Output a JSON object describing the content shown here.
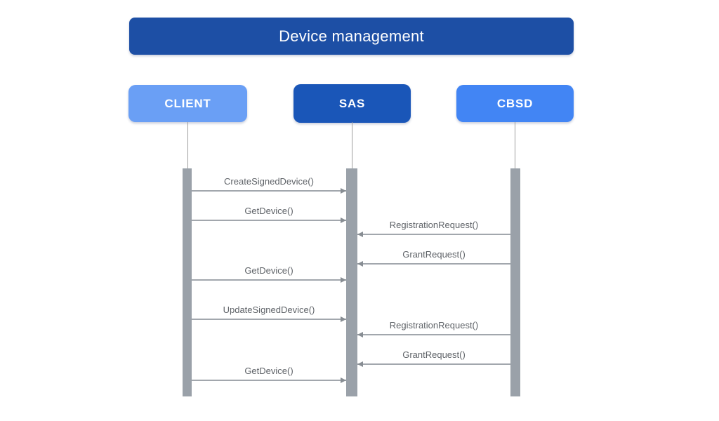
{
  "title": "Device management",
  "colors": {
    "title_bg": "#1D4FA5",
    "client_bg": "#6A9FF5",
    "sas_bg": "#1A56B8",
    "cbsd_bg": "#4285F4",
    "activation_bar": "#9AA1A9",
    "arrow": "#A2A7AD",
    "message_text": "#5F6368",
    "actor_text": "#FFFFFF"
  },
  "actors": [
    {
      "id": "client",
      "label": "CLIENT",
      "color": "#6A9FF5"
    },
    {
      "id": "sas",
      "label": "SAS",
      "color": "#1A56B8"
    },
    {
      "id": "cbsd",
      "label": "CBSD",
      "color": "#4285F4"
    }
  ],
  "messages": [
    {
      "label": "CreateSignedDevice()",
      "from": "CLIENT",
      "to": "SAS"
    },
    {
      "label": "GetDevice()",
      "from": "CLIENT",
      "to": "SAS"
    },
    {
      "label": "RegistrationRequest()",
      "from": "CBSD",
      "to": "SAS"
    },
    {
      "label": "GrantRequest()",
      "from": "CBSD",
      "to": "SAS"
    },
    {
      "label": "GetDevice()",
      "from": "CLIENT",
      "to": "SAS"
    },
    {
      "label": "UpdateSignedDevice()",
      "from": "CLIENT",
      "to": "SAS"
    },
    {
      "label": "RegistrationRequest()",
      "from": "CBSD",
      "to": "SAS"
    },
    {
      "label": "GrantRequest()",
      "from": "CBSD",
      "to": "SAS"
    },
    {
      "label": "GetDevice()",
      "from": "CLIENT",
      "to": "SAS"
    }
  ]
}
